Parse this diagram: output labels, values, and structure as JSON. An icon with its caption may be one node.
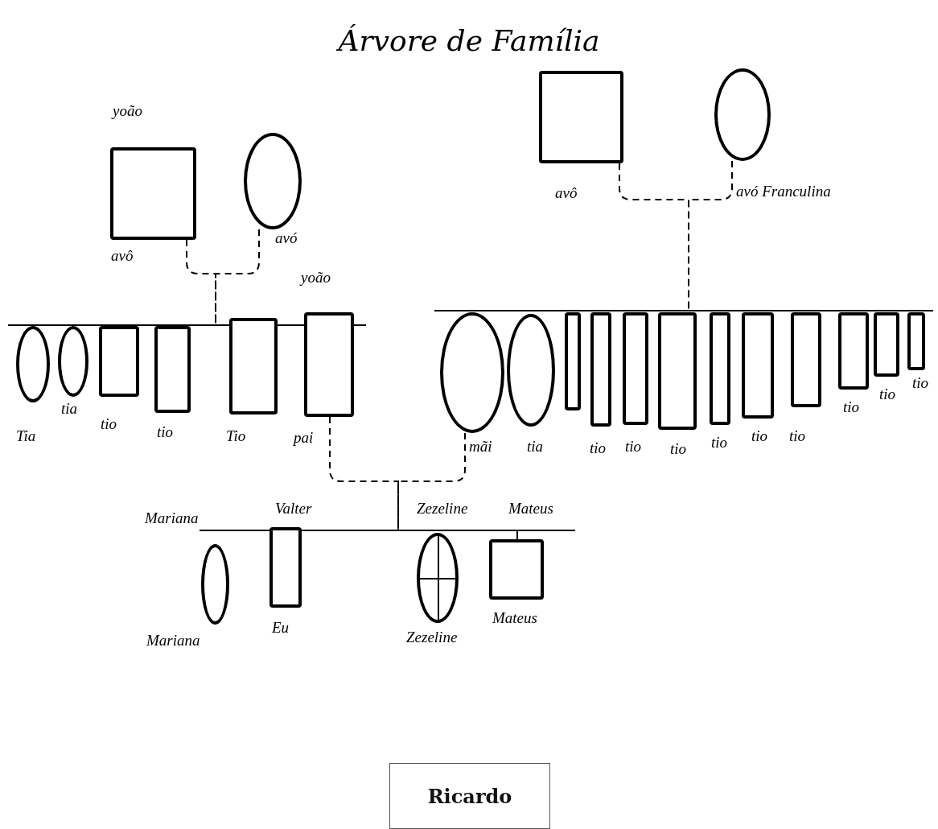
{
  "diagram": {
    "title": "Árvore de Família",
    "nodes": [
      {
        "text": [
          "yoão",
          "avô"
        ]
      },
      {
        "text": [
          "avó"
        ]
      },
      {
        "text": [
          "avô"
        ]
      },
      {
        "text": [
          "avó Franculina"
        ]
      },
      {
        "text": [],
        "shape": "bar"
      },
      {
        "text": [
          "Tia"
        ]
      },
      {
        "text": [
          "tia"
        ]
      },
      {
        "text": [
          "tio"
        ]
      },
      {
        "text": [
          "tio"
        ]
      },
      {
        "text": [
          "Tio"
        ]
      },
      {
        "text": [
          "yoão",
          "pai"
        ]
      },
      {
        "text": [],
        "shape": "bar"
      },
      {
        "text": [
          "mãi"
        ]
      },
      {
        "text": [
          "tia"
        ]
      },
      {
        "text": [],
        "shape": "box"
      },
      {
        "text": [
          "tio"
        ]
      },
      {
        "text": [
          "tio"
        ]
      },
      {
        "text": [
          "tio"
        ]
      },
      {
        "text": [
          "tio"
        ]
      },
      {
        "text": [
          "tio"
        ]
      },
      {
        "text": [
          "tio"
        ]
      },
      {
        "text": [
          "tio"
        ]
      },
      {
        "text": [
          "tio"
        ]
      },
      {
        "text": [
          "tio"
        ]
      },
      {
        "text": [],
        "shape": "bar"
      },
      {
        "text": [
          "Mariana",
          "Mariana"
        ]
      },
      {
        "text": [
          "Valter",
          "Eu"
        ]
      },
      {
        "text": [
          "Zezeline",
          "Zezeline"
        ]
      },
      {
        "text": [
          "Mateus",
          "Mateus"
        ]
      },
      {
        "text": [
          "Ricardo"
        ]
      }
    ],
    "edges": [
      {
        "from": 0,
        "to": 4,
        "arrow": "none",
        "style": "dashed"
      },
      {
        "from": 1,
        "to": 4,
        "arrow": "none",
        "style": "dashed"
      },
      {
        "from": 2,
        "to": 11,
        "arrow": "none",
        "style": "dashed"
      },
      {
        "from": 3,
        "to": 11,
        "arrow": "none",
        "style": "dashed"
      },
      {
        "from": 10,
        "to": 24,
        "arrow": "none",
        "style": "dashed"
      },
      {
        "from": 12,
        "to": 24,
        "arrow": "none",
        "style": "dashed"
      }
    ]
  }
}
